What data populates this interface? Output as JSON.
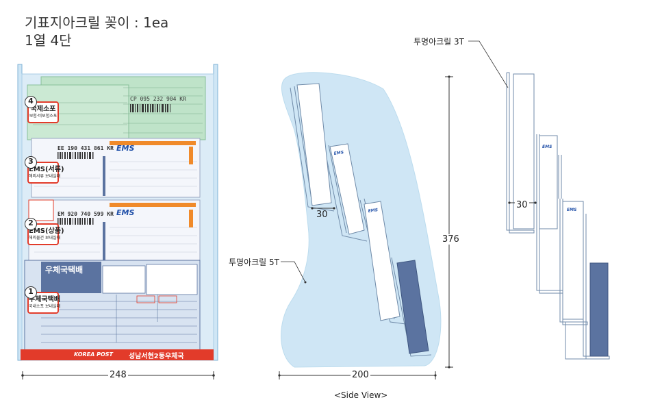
{
  "title": {
    "line1": "기표지아크릴 꽂이 : 1ea",
    "line2": "1열 4단"
  },
  "front": {
    "width_label": "248",
    "badges": [
      {
        "num": "4",
        "main": "국제소포",
        "sub": "보험·비보험소포"
      },
      {
        "num": "3",
        "main": "EMS(서류)",
        "sub": "해외서류 보내실때"
      },
      {
        "num": "2",
        "main": "EMS(상품)",
        "sub": "해외물건 보내실때"
      },
      {
        "num": "1",
        "main": "우체국택배",
        "sub": "국내소포 보내실때"
      }
    ],
    "ems_forms": [
      {
        "tracking": "EE 190 431 861 KR",
        "brand": "EMS"
      },
      {
        "tracking": "EM 920 740 599 KR",
        "brand": "EMS"
      }
    ],
    "cp_tracking": "CP 095 232 904 KR",
    "parcel_form_title": "우체국택배",
    "footer": {
      "logo": "KOREA POST",
      "office": "성남서현2동우체국"
    }
  },
  "side": {
    "caption": "<Side View>",
    "width_label": "200",
    "height_label": "376",
    "gap_label": "30",
    "material_label": "투명아크릴 5T",
    "ems_tag": "EMS"
  },
  "detail": {
    "material_label": "투명아크릴 3T",
    "gap_label": "30",
    "ems_tag": "EMS"
  },
  "colors": {
    "acrylic_base": "#cfe6f5",
    "acrylic_edge": "#9cc8e4",
    "form_dark": "#5b73a0",
    "accent_red": "#e23b2a",
    "ems_orange": "#f08a2a",
    "ems_blue": "#1f4fa8",
    "form_green": "#bfe3c9"
  }
}
